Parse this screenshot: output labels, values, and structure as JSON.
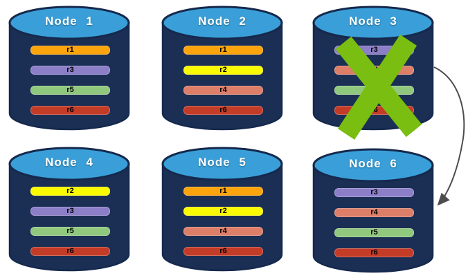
{
  "nodes": [
    {
      "label": "Node 1",
      "failed": false,
      "rows": [
        {
          "label": "r1",
          "color": "#FCA40B"
        },
        {
          "label": "r3",
          "color": "#8D7EC8"
        },
        {
          "label": "r5",
          "color": "#90C87E"
        },
        {
          "label": "r6",
          "color": "#C33C28"
        }
      ]
    },
    {
      "label": "Node 2",
      "failed": false,
      "rows": [
        {
          "label": "r1",
          "color": "#FCA40B"
        },
        {
          "label": "r2",
          "color": "#FBFB00"
        },
        {
          "label": "r4",
          "color": "#DD7E68"
        },
        {
          "label": "r6",
          "color": "#C33C28"
        }
      ]
    },
    {
      "label": "Node 3",
      "failed": true,
      "rows": [
        {
          "label": "r3",
          "color": "#8D7EC8"
        },
        {
          "label": "r4",
          "color": "#DD7E68"
        },
        {
          "label": "r5",
          "color": "#90C87E"
        },
        {
          "label": "r6",
          "color": "#C33C28"
        }
      ]
    },
    {
      "label": "Node 4",
      "failed": false,
      "rows": [
        {
          "label": "r2",
          "color": "#FBFB00"
        },
        {
          "label": "r3",
          "color": "#8D7EC8"
        },
        {
          "label": "r5",
          "color": "#90C87E"
        },
        {
          "label": "r6",
          "color": "#C33C28"
        }
      ]
    },
    {
      "label": "Node 5",
      "failed": false,
      "rows": [
        {
          "label": "r1",
          "color": "#FCA40B"
        },
        {
          "label": "r2",
          "color": "#FBFB00"
        },
        {
          "label": "r4",
          "color": "#DD7E68"
        },
        {
          "label": "r6",
          "color": "#C33C28"
        }
      ]
    },
    {
      "label": "Node 6",
      "failed": false,
      "rows": [
        {
          "label": "r3",
          "color": "#8D7EC8"
        },
        {
          "label": "r4",
          "color": "#DD7E68"
        },
        {
          "label": "r5",
          "color": "#90C87E"
        },
        {
          "label": "r6",
          "color": "#C33C28"
        }
      ]
    }
  ],
  "failure": {
    "node": "Node 3",
    "mark": "x-mark"
  },
  "arrow": {
    "from": "Node 3",
    "to": "Node 6"
  },
  "colors": {
    "background": "#FFFFFF",
    "cylinder_body": "#1B2F55",
    "cylinder_top": "#3A9FD8",
    "cylinder_outline": "#15294D",
    "title_text": "#FFFFFF",
    "row_text": "#000000",
    "x_mark": "#79BE10",
    "arrow": "#4D4D4D"
  }
}
